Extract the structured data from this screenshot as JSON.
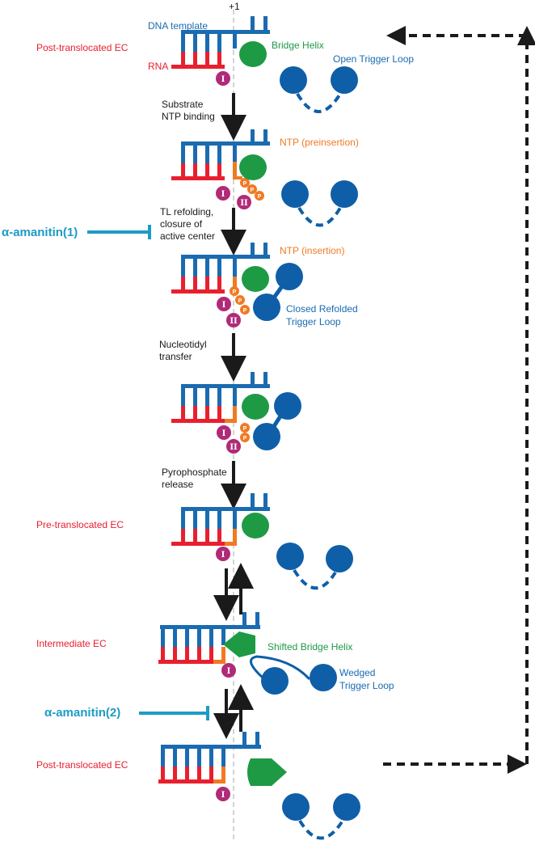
{
  "figure": {
    "plus_one": "+1",
    "dna_template": "DNA template",
    "rna": "RNA",
    "bridge_helix": "Bridge Helix",
    "open_trigger_loop": "Open Trigger Loop",
    "ntp_preinsertion": "NTP (preinsertion)",
    "ntp_insertion": "NTP (insertion)",
    "closed_refolded_tl_1": "Closed Refolded",
    "closed_refolded_tl_2": "Trigger Loop",
    "shifted_bridge_helix": "Shifted Bridge Helix",
    "wedged_tl_1": "Wedged",
    "wedged_tl_2": "Trigger Loop",
    "mg_one": "I",
    "mg_two": "II",
    "phosphate": "P"
  },
  "states": {
    "post_translocated_1": "Post-translocated EC",
    "pre_translocated": "Pre-translocated EC",
    "intermediate": "Intermediate EC",
    "post_translocated_2": "Post-translocated EC"
  },
  "steps": {
    "s1_l1": "Substrate",
    "s1_l2": "NTP binding",
    "s2_l1": "TL refolding,",
    "s2_l2": "closure of",
    "s2_l3": "active center",
    "s3_l1": "Nucleotidyl",
    "s3_l2": "transfer",
    "s4_l1": "Pyrophosphate",
    "s4_l2": "release"
  },
  "inhibitors": {
    "amanitin_1": "α-amanitin(1)",
    "amanitin_2": "α-amanitin(2)"
  },
  "colors": {
    "dna": "#1a6bb0",
    "rna": "#e8202e",
    "ntp": "#f07a24",
    "bridge_helix": "#1e9a45",
    "trigger_loop": "#0f5ea8",
    "metal": "#b02a78",
    "inhibitor": "#1c9cc4"
  }
}
